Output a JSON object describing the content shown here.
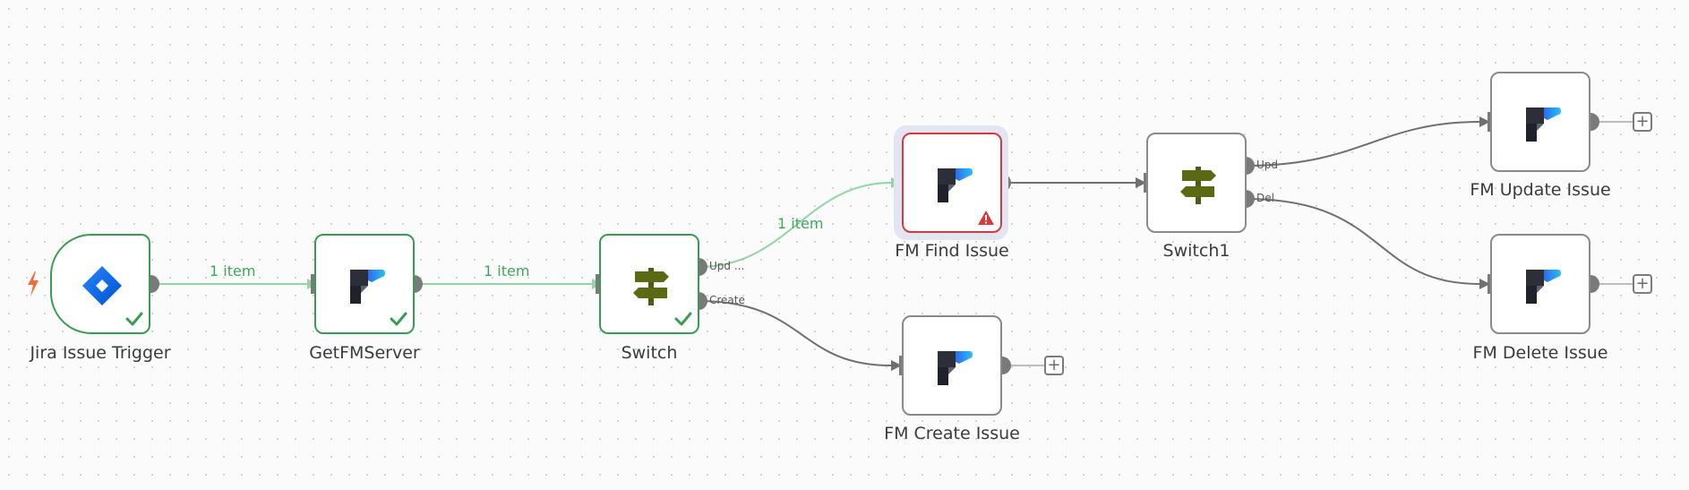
{
  "nodes": [
    {
      "id": "jira_trigger",
      "label": "Jira Issue Trigger",
      "type": "trigger",
      "status": "success",
      "icon": "jira-icon"
    },
    {
      "id": "get_fm_server",
      "label": "GetFMServer",
      "type": "filemaker",
      "status": "success",
      "icon": "filemaker-icon"
    },
    {
      "id": "switch",
      "label": "Switch",
      "type": "switch",
      "status": "success",
      "icon": "signpost-icon"
    },
    {
      "id": "fm_find_issue",
      "label": "FM Find Issue",
      "type": "filemaker",
      "status": "error",
      "selected": true,
      "icon": "filemaker-icon"
    },
    {
      "id": "fm_create_issue",
      "label": "FM Create Issue",
      "type": "filemaker",
      "status": "idle",
      "icon": "filemaker-icon"
    },
    {
      "id": "switch1",
      "label": "Switch1",
      "type": "switch",
      "status": "idle",
      "icon": "signpost-icon"
    },
    {
      "id": "fm_update_issue",
      "label": "FM Update Issue",
      "type": "filemaker",
      "status": "idle",
      "icon": "filemaker-icon"
    },
    {
      "id": "fm_delete_issue",
      "label": "FM Delete Issue",
      "type": "filemaker",
      "status": "idle",
      "icon": "filemaker-icon"
    }
  ],
  "edge_labels": {
    "trigger_to_server": "1 item",
    "server_to_switch": "1 item",
    "switch_to_find": "1 item"
  },
  "output_labels": {
    "switch_upd": "Upd ...",
    "switch_create": "Create",
    "switch1_upd": "Upd",
    "switch1_del": "Del"
  },
  "colors": {
    "success": "#3a9c52",
    "error": "#d63a3a",
    "active_edge": "#8fd6a3",
    "idle_edge": "#707070",
    "trigger_bolt": "#ef6c3b"
  }
}
